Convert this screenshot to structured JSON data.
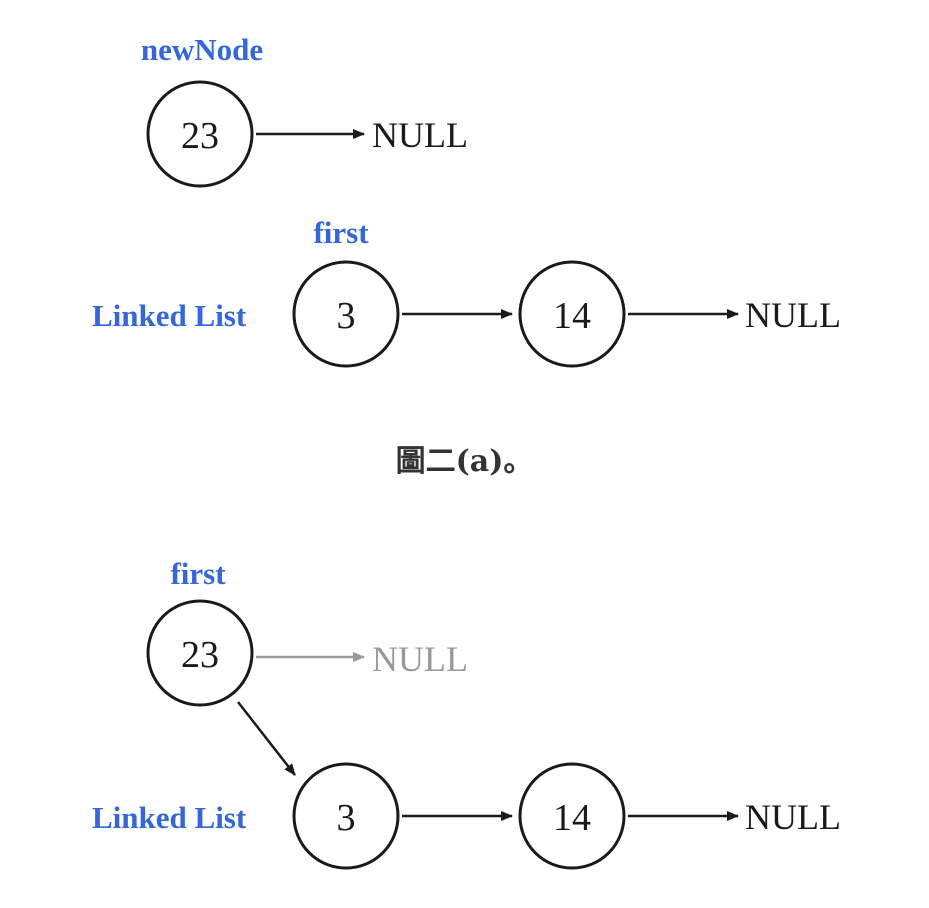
{
  "colors": {
    "label": "#3366e0",
    "ink": "#1a1a1a",
    "faded": "#999999"
  },
  "figure_a": {
    "new_node_label": "newNode",
    "new_node_value": "23",
    "new_node_null": "NULL",
    "first_label": "first",
    "list_label": "Linked List",
    "node1_value": "3",
    "node2_value": "14",
    "list_null": "NULL"
  },
  "caption": "圖二(a)。",
  "figure_b": {
    "first_label": "first",
    "new_node_value": "23",
    "old_null": "NULL",
    "list_label": "Linked List",
    "node1_value": "3",
    "node2_value": "14",
    "list_null": "NULL"
  }
}
